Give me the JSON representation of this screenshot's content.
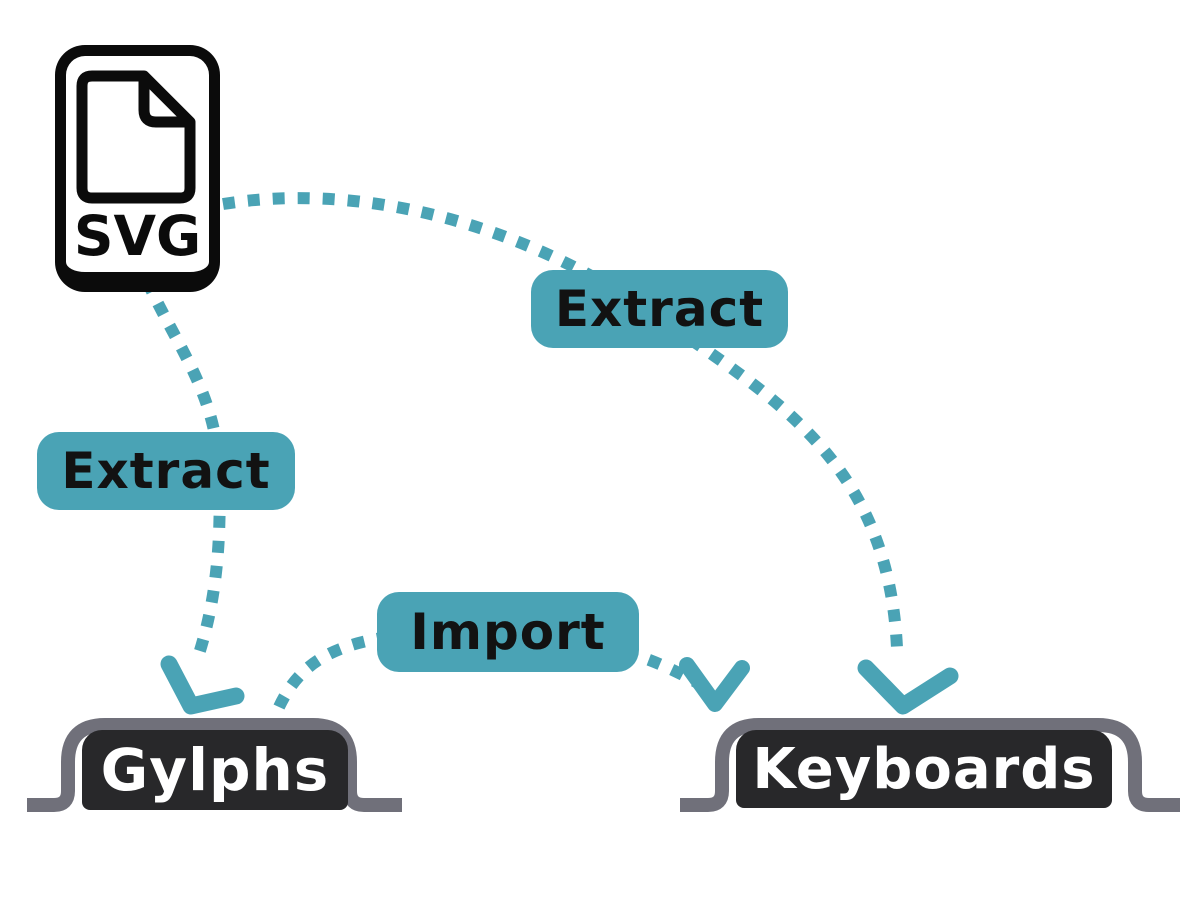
{
  "diagram": {
    "title": "SVG extraction flow diagram",
    "source": {
      "kind": "svg-file-icon",
      "label": "SVG"
    },
    "nodes": [
      {
        "id": "glyphs",
        "label": "Gylphs"
      },
      {
        "id": "keyboards",
        "label": "Keyboards"
      }
    ],
    "edges": [
      {
        "id": "extract-top",
        "from": "svg-file",
        "to": "keyboards",
        "label": "Extract",
        "style": "dashed-curve"
      },
      {
        "id": "extract-left",
        "from": "svg-file",
        "to": "glyphs",
        "label": "Extract",
        "style": "dashed-curve"
      },
      {
        "id": "import",
        "from": "glyphs",
        "to": "keyboards",
        "label": "Import",
        "style": "dashed-curve"
      }
    ],
    "colors": {
      "accent_teal": "#4AA3B5",
      "key_face_dark": "#28282A",
      "key_frame_gray": "#70707A",
      "icon_black": "#0B0B0B",
      "label_text": "#121212",
      "key_text": "#FFFFFF",
      "background": "#FFFFFF"
    }
  }
}
